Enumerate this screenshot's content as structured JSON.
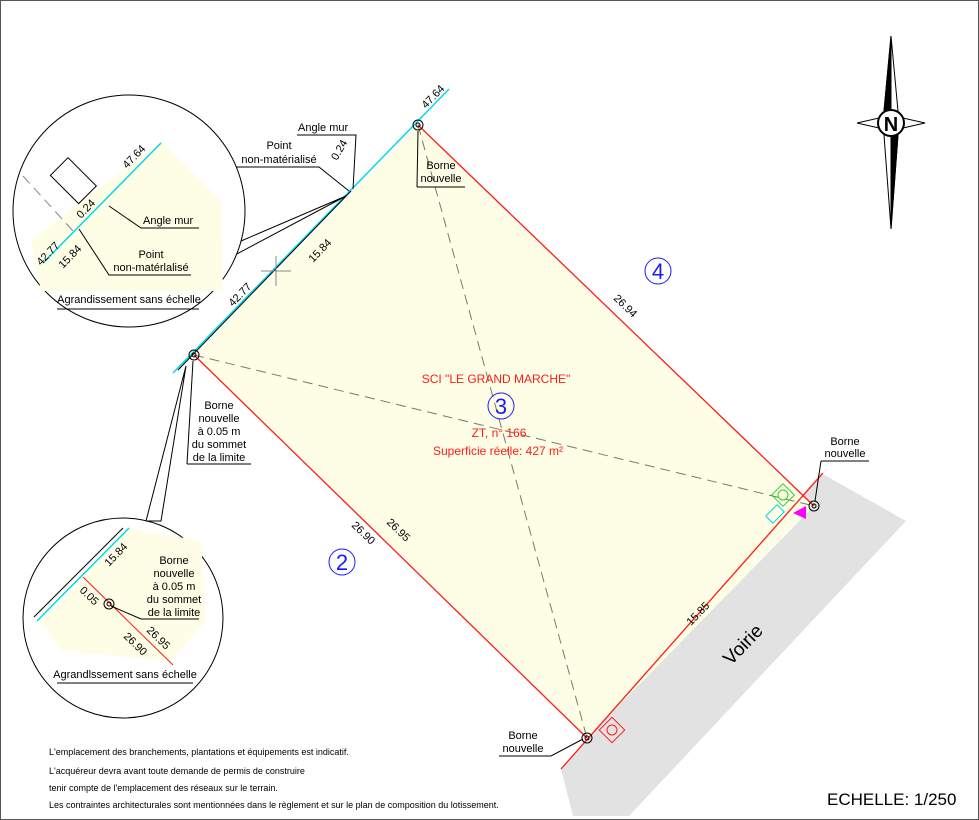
{
  "parcel": {
    "owner": "SCI \"LE GRAND MARCHE\"",
    "lot_number": "3",
    "reference": "ZT, n° 166",
    "area": "Superficie réelle: 427 m²"
  },
  "neighbors": {
    "left": "2",
    "right": "4"
  },
  "dimensions": {
    "ne_side": "26.94",
    "sw_side_a": "26.90",
    "sw_side_b": "26.95",
    "se_side": "15.85",
    "nw_a": "42.77",
    "nw_b": "15.84",
    "nw_top": "47.64",
    "offset": "0.24"
  },
  "labels": {
    "road": "Voirie",
    "angle_mur": "Angle mur",
    "point_1": "Point",
    "point_2": "non-matérialisé",
    "point_2_zoom": "non-matérlalisé",
    "borne_1": "Borne",
    "borne_2": "nouvelle",
    "borne_offset_1": "à 0.05 m",
    "borne_offset_2": "du sommet",
    "borne_offset_3": "de la limite",
    "zoom_caption": "Agrandissement sans échelle",
    "zoom_caption_2": "Agrandlssement sans échelle",
    "offset_small": "0.05",
    "north": "N"
  },
  "notes": [
    "L'emplacement des branchements, plantations et équipements est indicatif.",
    "L'acquéreur devra avant toute demande de permis de construire",
    "tenir compte de l'emplacement des réseaux sur le terrain.",
    "Les contraintes architecturales sont mentionnées dans le règlement et sur le plan de composition du lotissement."
  ],
  "scale": "ECHELLE: 1/250",
  "colors": {
    "boundary": "#ff1a1a",
    "wall": "#00e0f0",
    "parcel_fill": "#fefee6",
    "road": "#e2e2e2",
    "lot_numbers": "#1a1aff"
  }
}
